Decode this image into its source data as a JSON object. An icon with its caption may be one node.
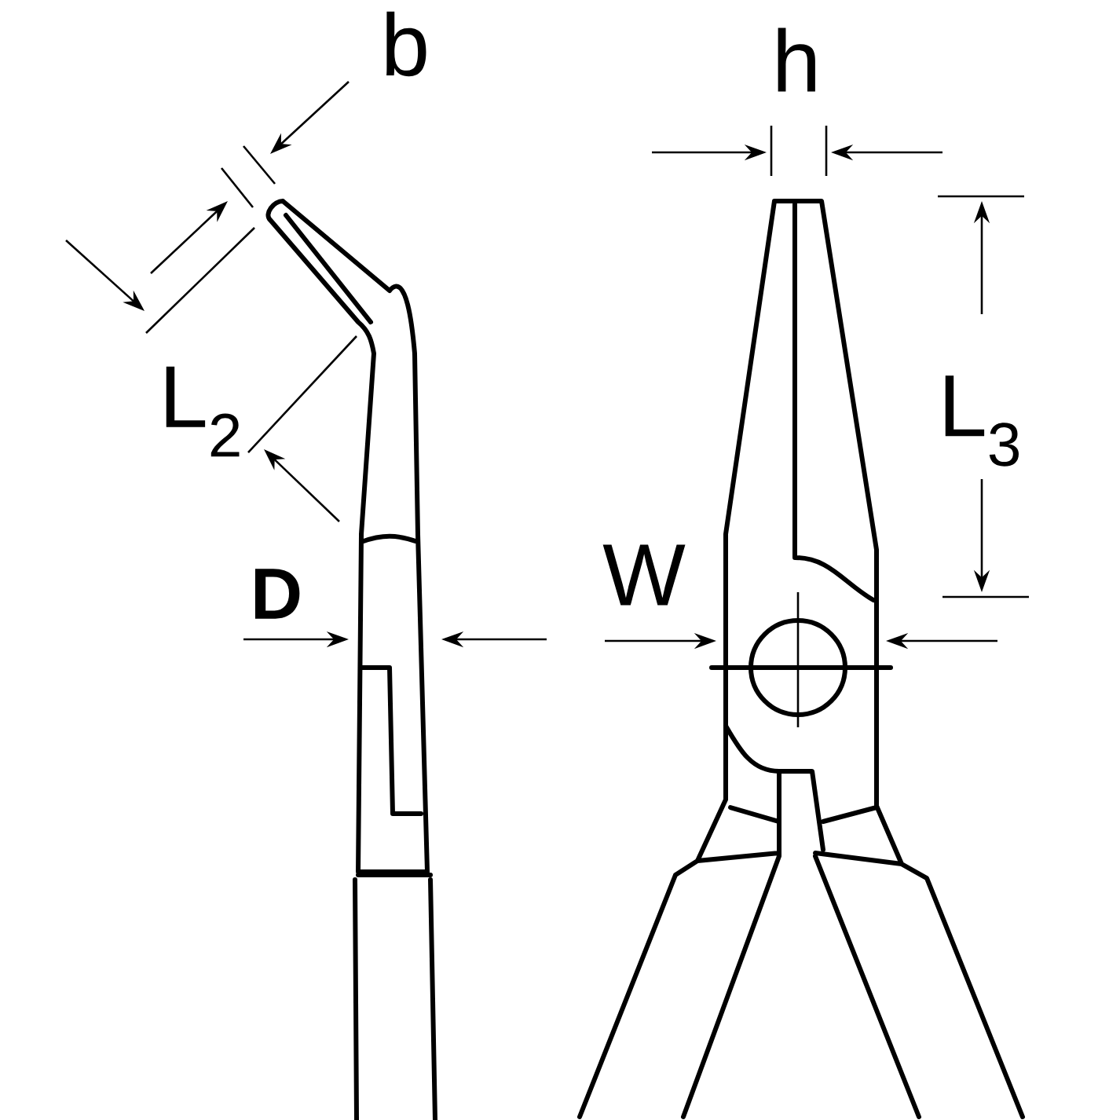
{
  "diagram": {
    "labels": [
      "b",
      "L$_{2}$",
      "D",
      "h",
      "L$_{3}$",
      "W"
    ]
  }
}
